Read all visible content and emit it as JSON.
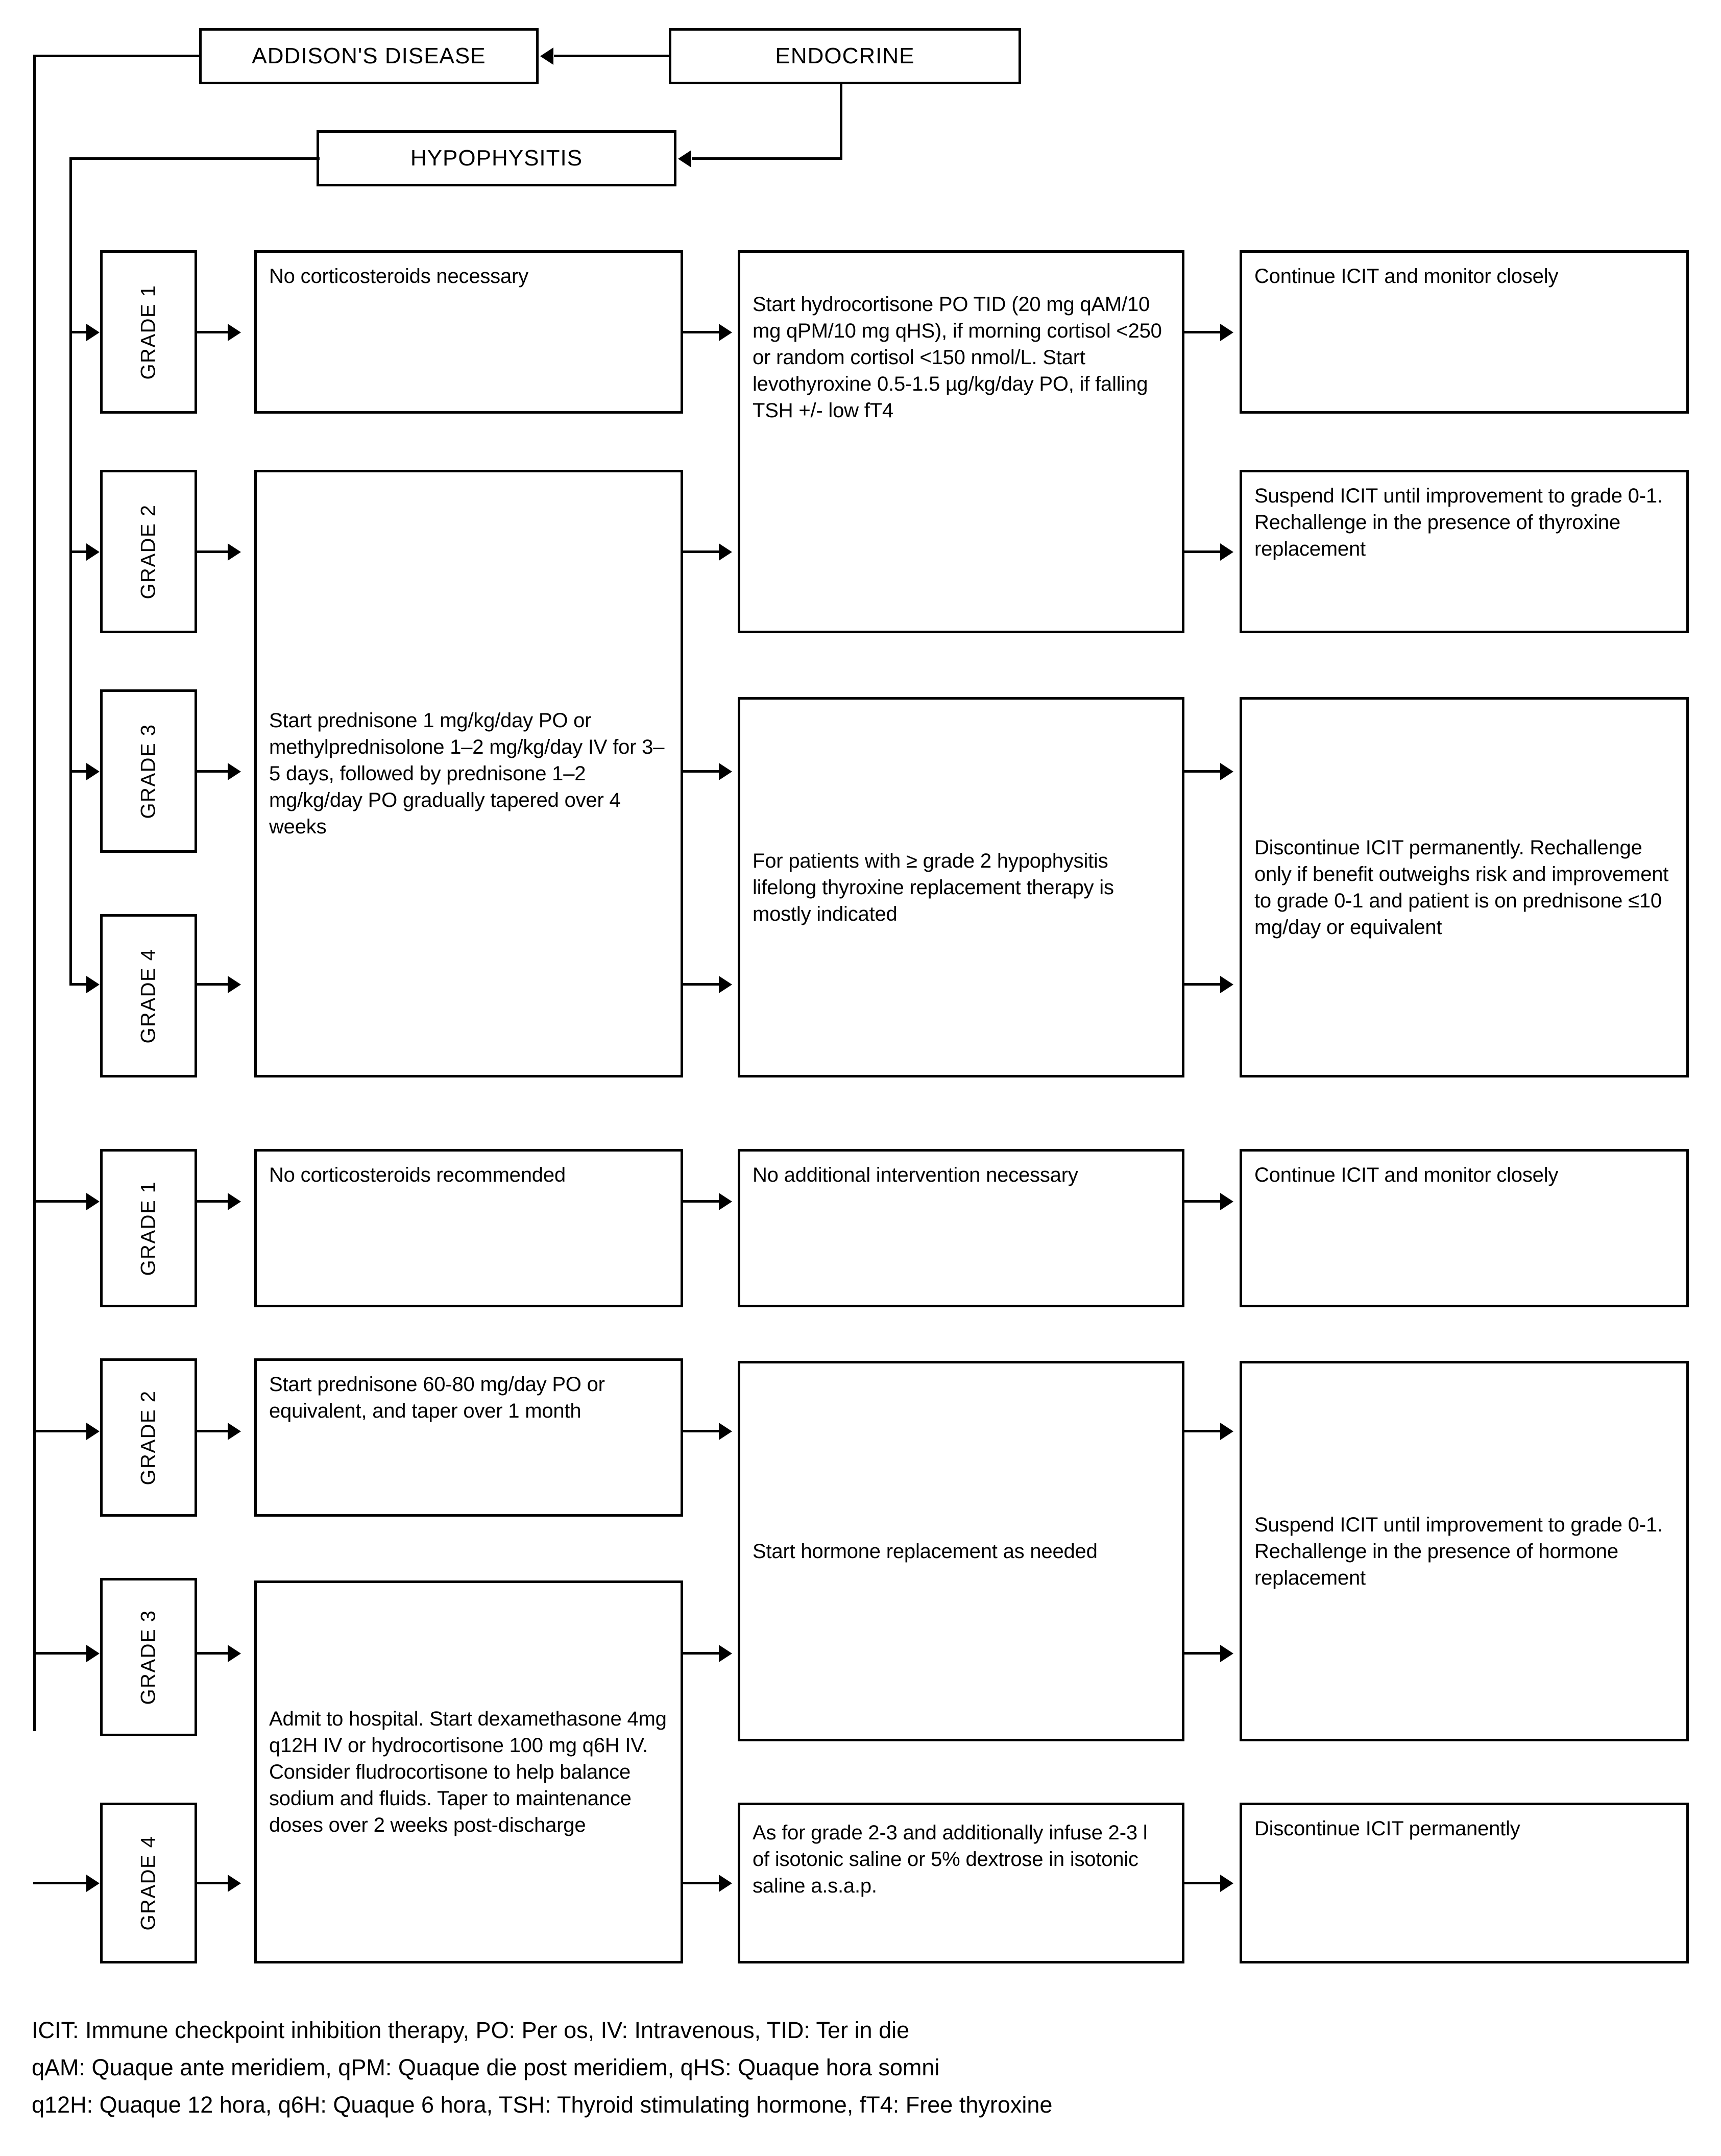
{
  "header": {
    "endocrine": "ENDOCRINE",
    "addisons": "ADDISON'S DISEASE",
    "hypophysitis": "HYPOPHYSITIS"
  },
  "grade_labels": {
    "g1": "GRADE 1",
    "g2": "GRADE 2",
    "g3": "GRADE 3",
    "g4": "GRADE 4"
  },
  "hypophysitis_section": {
    "grades": [
      "GRADE 1",
      "GRADE 2",
      "GRADE 3",
      "GRADE 4"
    ],
    "treatment_grade1": "No corticosteroids necessary",
    "treatment_grade234": "Start prednisone 1 mg/kg/day PO or methylprednisolone 1–2 mg/kg/day IV for 3–5 days, followed by prednisone 1–2 mg/kg/day PO gradually tapered over 4 weeks",
    "hormone_grade12": "Start hydrocortisone PO TID (20 mg qAM/10 mg qPM/10 mg qHS), if morning cortisol <250 or random cortisol <150 nmol/L. Start levothyroxine 0.5-1.5 µg/kg/day PO, if falling TSH +/- low fT4",
    "hormone_grade34": "For patients with ≥ grade 2 hypophysitis lifelong thyroxine replacement therapy is mostly indicated",
    "outcome_grade1": "Continue ICIT and monitor closely",
    "outcome_grade2": "Suspend ICIT until improvement to grade 0-1. Rechallenge in the presence of thyroxine replacement",
    "outcome_grade34": "Discontinue ICIT permanently. Rechallenge only if benefit outweighs risk and improvement to grade 0-1 and patient is on prednisone ≤10 mg/day or equivalent"
  },
  "addisons_section": {
    "grades": [
      "GRADE 1",
      "GRADE 2",
      "GRADE 3",
      "GRADE 4"
    ],
    "treatment_grade1": "No corticosteroids recommended",
    "treatment_grade2": "Start prednisone 60-80 mg/day PO or equivalent, and taper over 1 month",
    "treatment_grade34": "Admit to hospital. Start dexamethasone  4mg q12H IV or hydrocortisone 100 mg q6H IV. Consider fludrocortisone to help balance sodium and fluids. Taper to maintenance doses over 2 weeks post-discharge",
    "hormone_grade1": "No additional intervention necessary",
    "hormone_grade23": "Start hormone replacement as needed",
    "hormone_grade4": "As for grade 2-3 and additionally infuse 2-3 l of isotonic saline or 5% dextrose in isotonic saline a.s.a.p.",
    "outcome_grade1": "Continue ICIT and monitor closely",
    "outcome_grade23": "Suspend ICIT until improvement to grade 0-1. Rechallenge in the presence of hormone replacement",
    "outcome_grade4": "Discontinue ICIT permanently"
  },
  "legend": {
    "line1": "ICIT: Immune checkpoint inhibition therapy, PO: Per os, IV: Intravenous, TID: Ter in die",
    "line2": "qAM: Quaque ante meridiem, qPM: Quaque die post meridiem, qHS: Quaque hora somni",
    "line3": "q12H: Quaque 12 hora, q6H: Quaque 6 hora, TSH: Thyroid stimulating hormone, fT4: Free thyroxine"
  },
  "colors": {
    "stroke": "#000000",
    "background": "#ffffff"
  }
}
